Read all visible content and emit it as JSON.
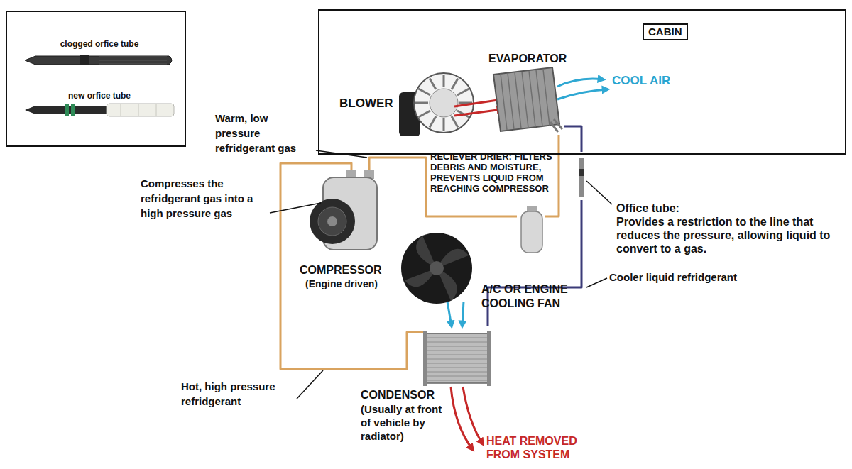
{
  "diagram": {
    "nodes": [
      {
        "text": [
          "clogged orfice tube",
          "new orfice tube"
        ]
      },
      {
        "text": [
          "CABIN"
        ]
      },
      {
        "text": [
          "BLOWER"
        ],
        "in": 1
      },
      {
        "text": [
          "EVAPORATOR"
        ],
        "in": 1
      },
      {
        "text": [
          "RECIEVER DRIER: FILTERS DEBRIS AND MOISTURE, PREVENTS LIQUID FROM REACHING COMPRESSOR"
        ]
      },
      {
        "text": [
          "Office tube:",
          "Provides a restriction to the line that reduces the pressure, allowing liquid to convert to a gas."
        ]
      },
      {
        "text": [
          "COMPRESSOR",
          "(Engine driven)"
        ]
      },
      {
        "text": [
          "A/C OR ENGINE COOLING FAN"
        ]
      },
      {
        "text": [
          "CONDENSOR",
          "(Usually at front of vehicle by radiator)"
        ]
      }
    ],
    "edges": [
      {
        "from": 6,
        "to": 8,
        "arrow": "none"
      },
      {
        "from": 8,
        "to": 5,
        "arrow": "none"
      },
      {
        "from": 5,
        "to": 3,
        "arrow": "none"
      },
      {
        "from": 3,
        "to": 4,
        "arrow": "none"
      },
      {
        "from": 4,
        "to": 6,
        "arrow": "none"
      }
    ],
    "labels": [
      "COOL AIR",
      "Warm, low pressure refridgerant gas",
      "Compresses the refridgerant gas into a high pressure gas",
      "Cooler liquid refridgerant",
      "Hot, high pressure refridgerant",
      "HEAT REMOVED FROM SYSTEM"
    ]
  }
}
